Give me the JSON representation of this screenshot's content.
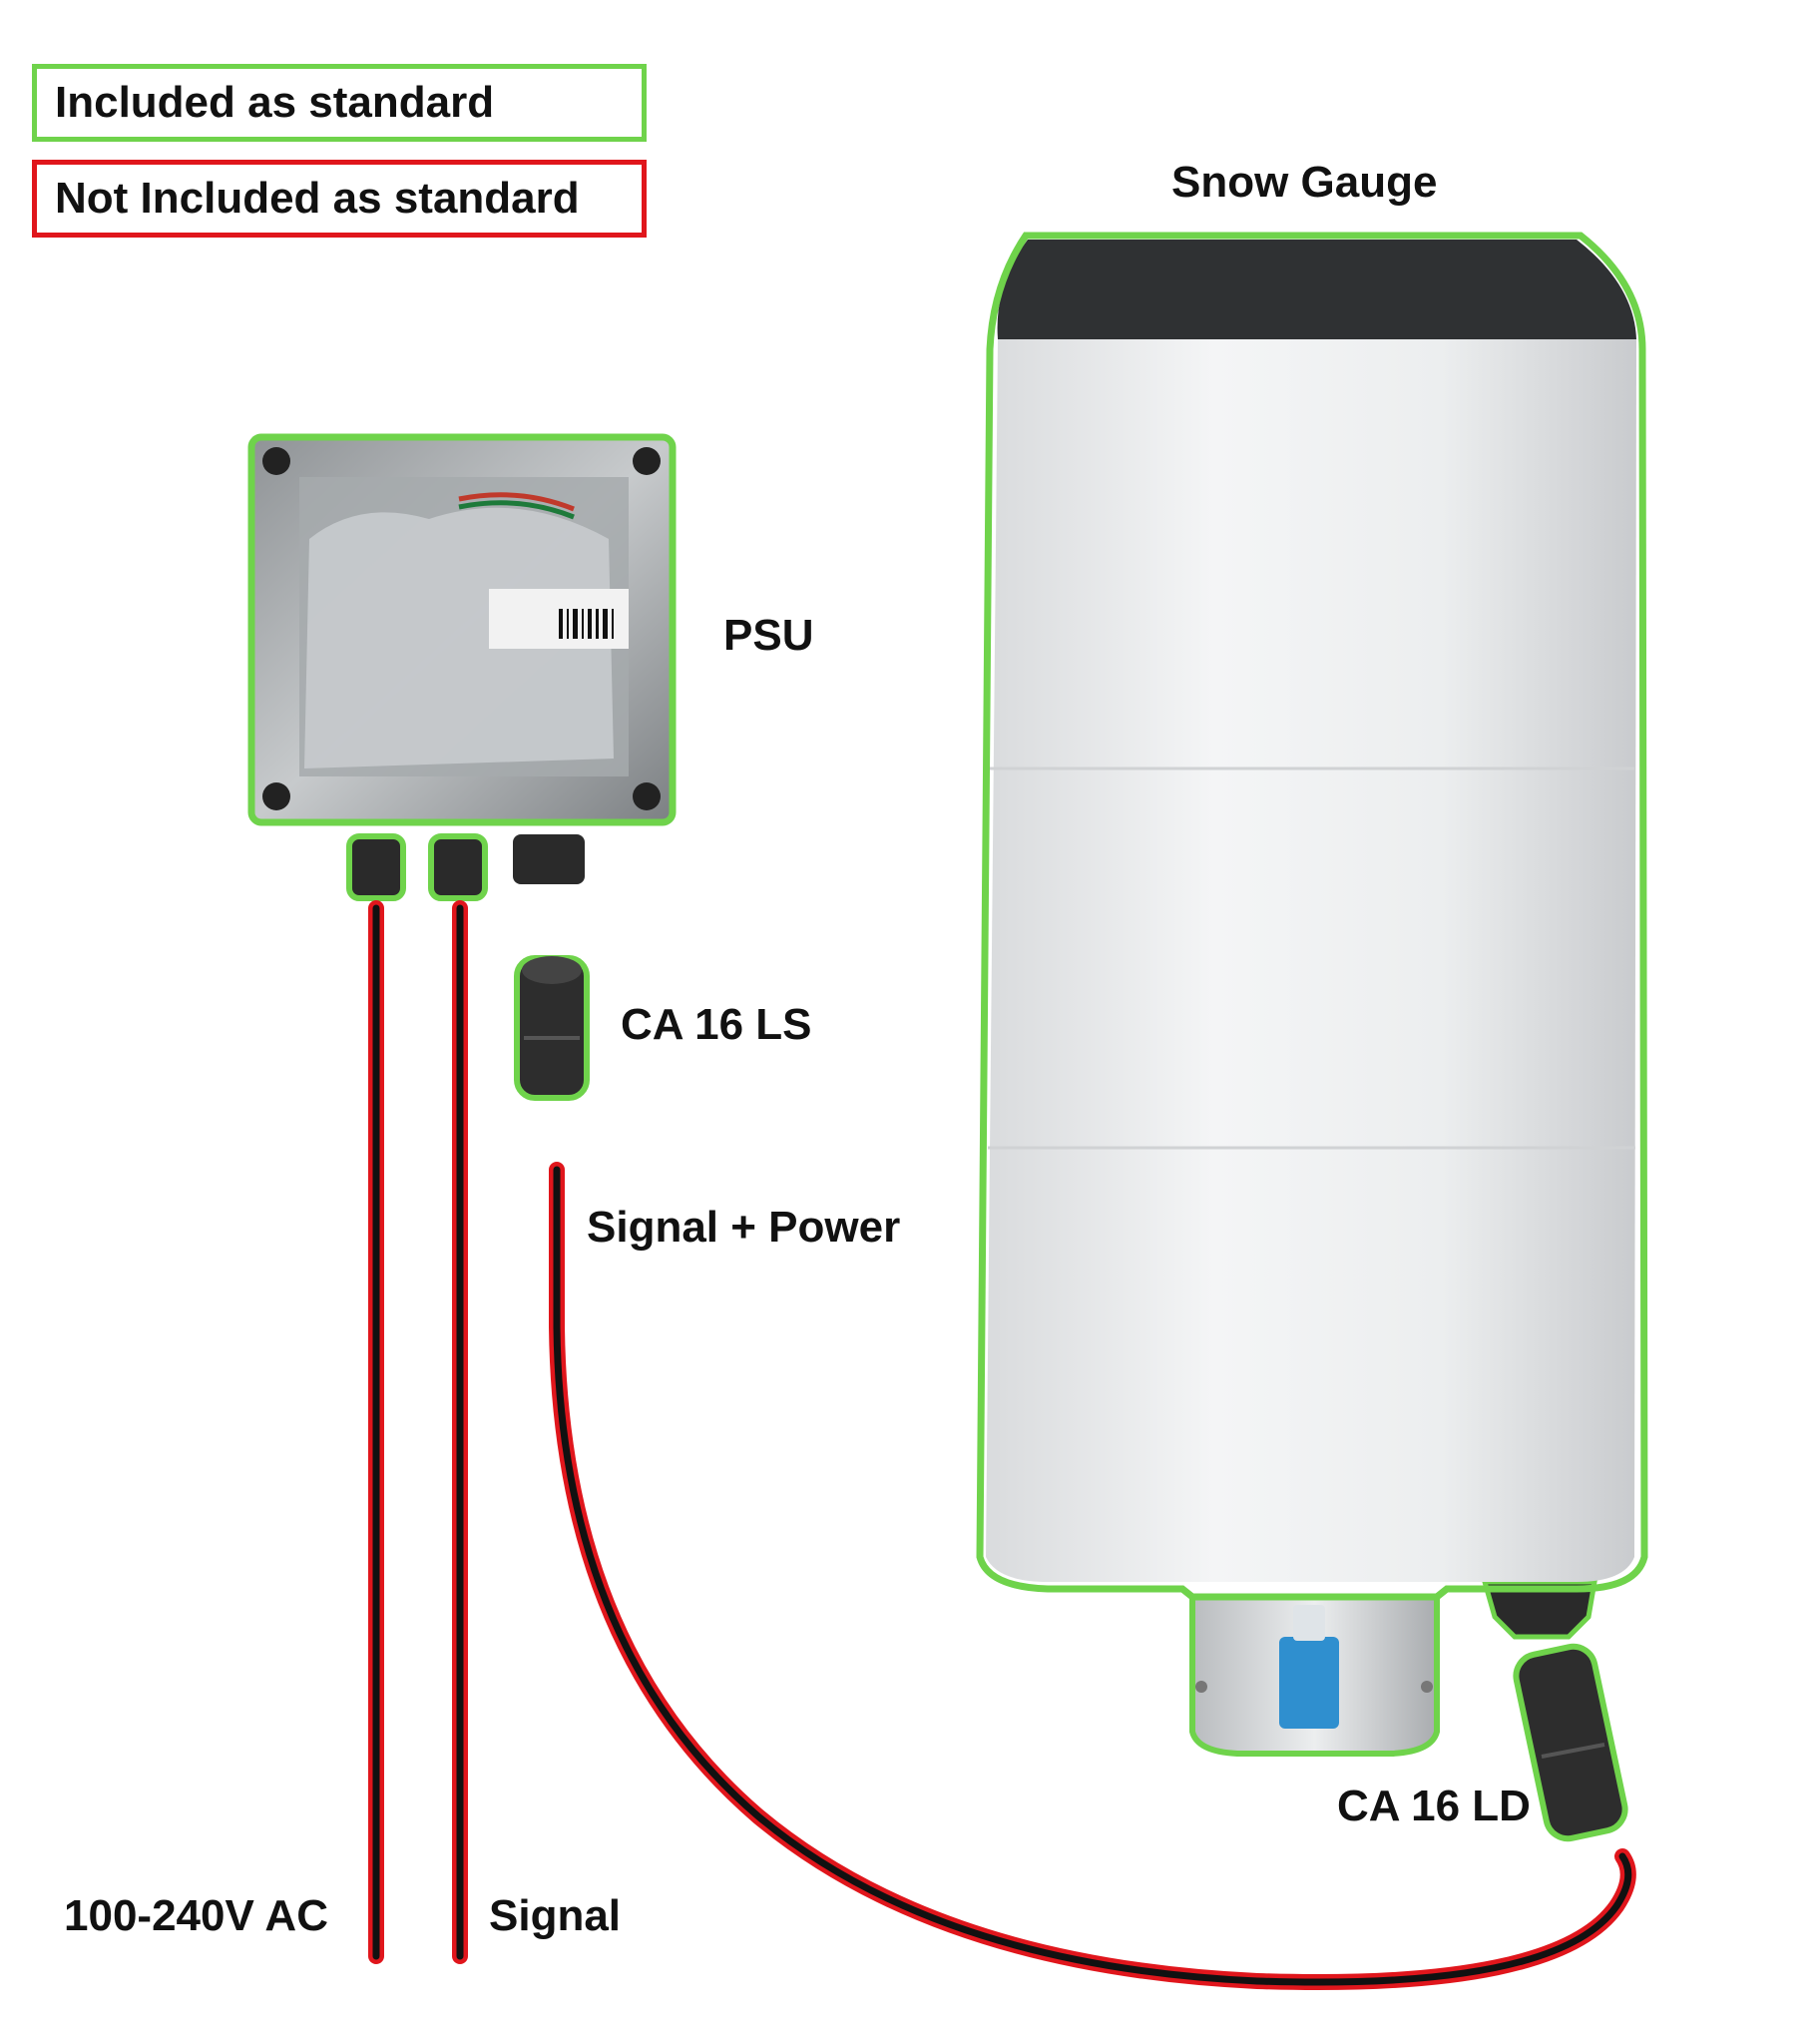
{
  "legend": {
    "included": "Included as standard",
    "not_included": "Not Included as standard"
  },
  "labels": {
    "snow_gauge": "Snow Gauge",
    "psu": "PSU",
    "ca16ls": "CA 16 LS",
    "signal_power": "Signal +  Power",
    "ca16ld": "CA 16 LD",
    "ac": "100-240V AC",
    "signal": "Signal"
  },
  "colors": {
    "included": "#6fd34b",
    "not_included": "#e0161c",
    "cable_core": "#111111"
  }
}
